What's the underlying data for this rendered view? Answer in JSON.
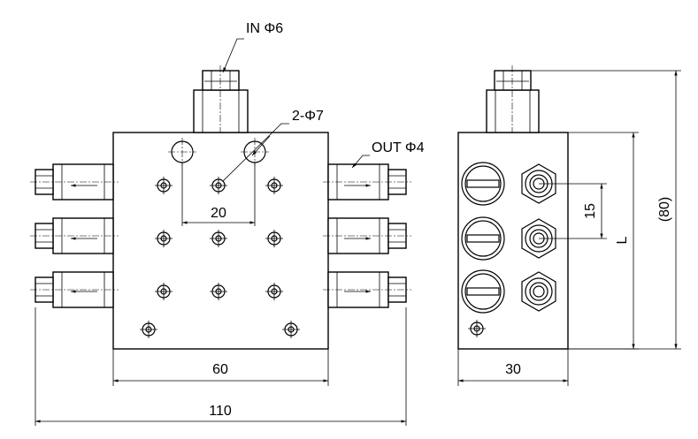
{
  "labels": {
    "inlet": "IN Φ6",
    "outlet_holes": "2-Φ7",
    "outlet": "OUT Φ4",
    "dim_hole_spacing": "20",
    "dim_body_width": "60",
    "dim_overall_width": "110",
    "dim_side_width": "30",
    "dim_outlet_pitch": "15",
    "dim_length": "L",
    "dim_height": "(80)"
  }
}
